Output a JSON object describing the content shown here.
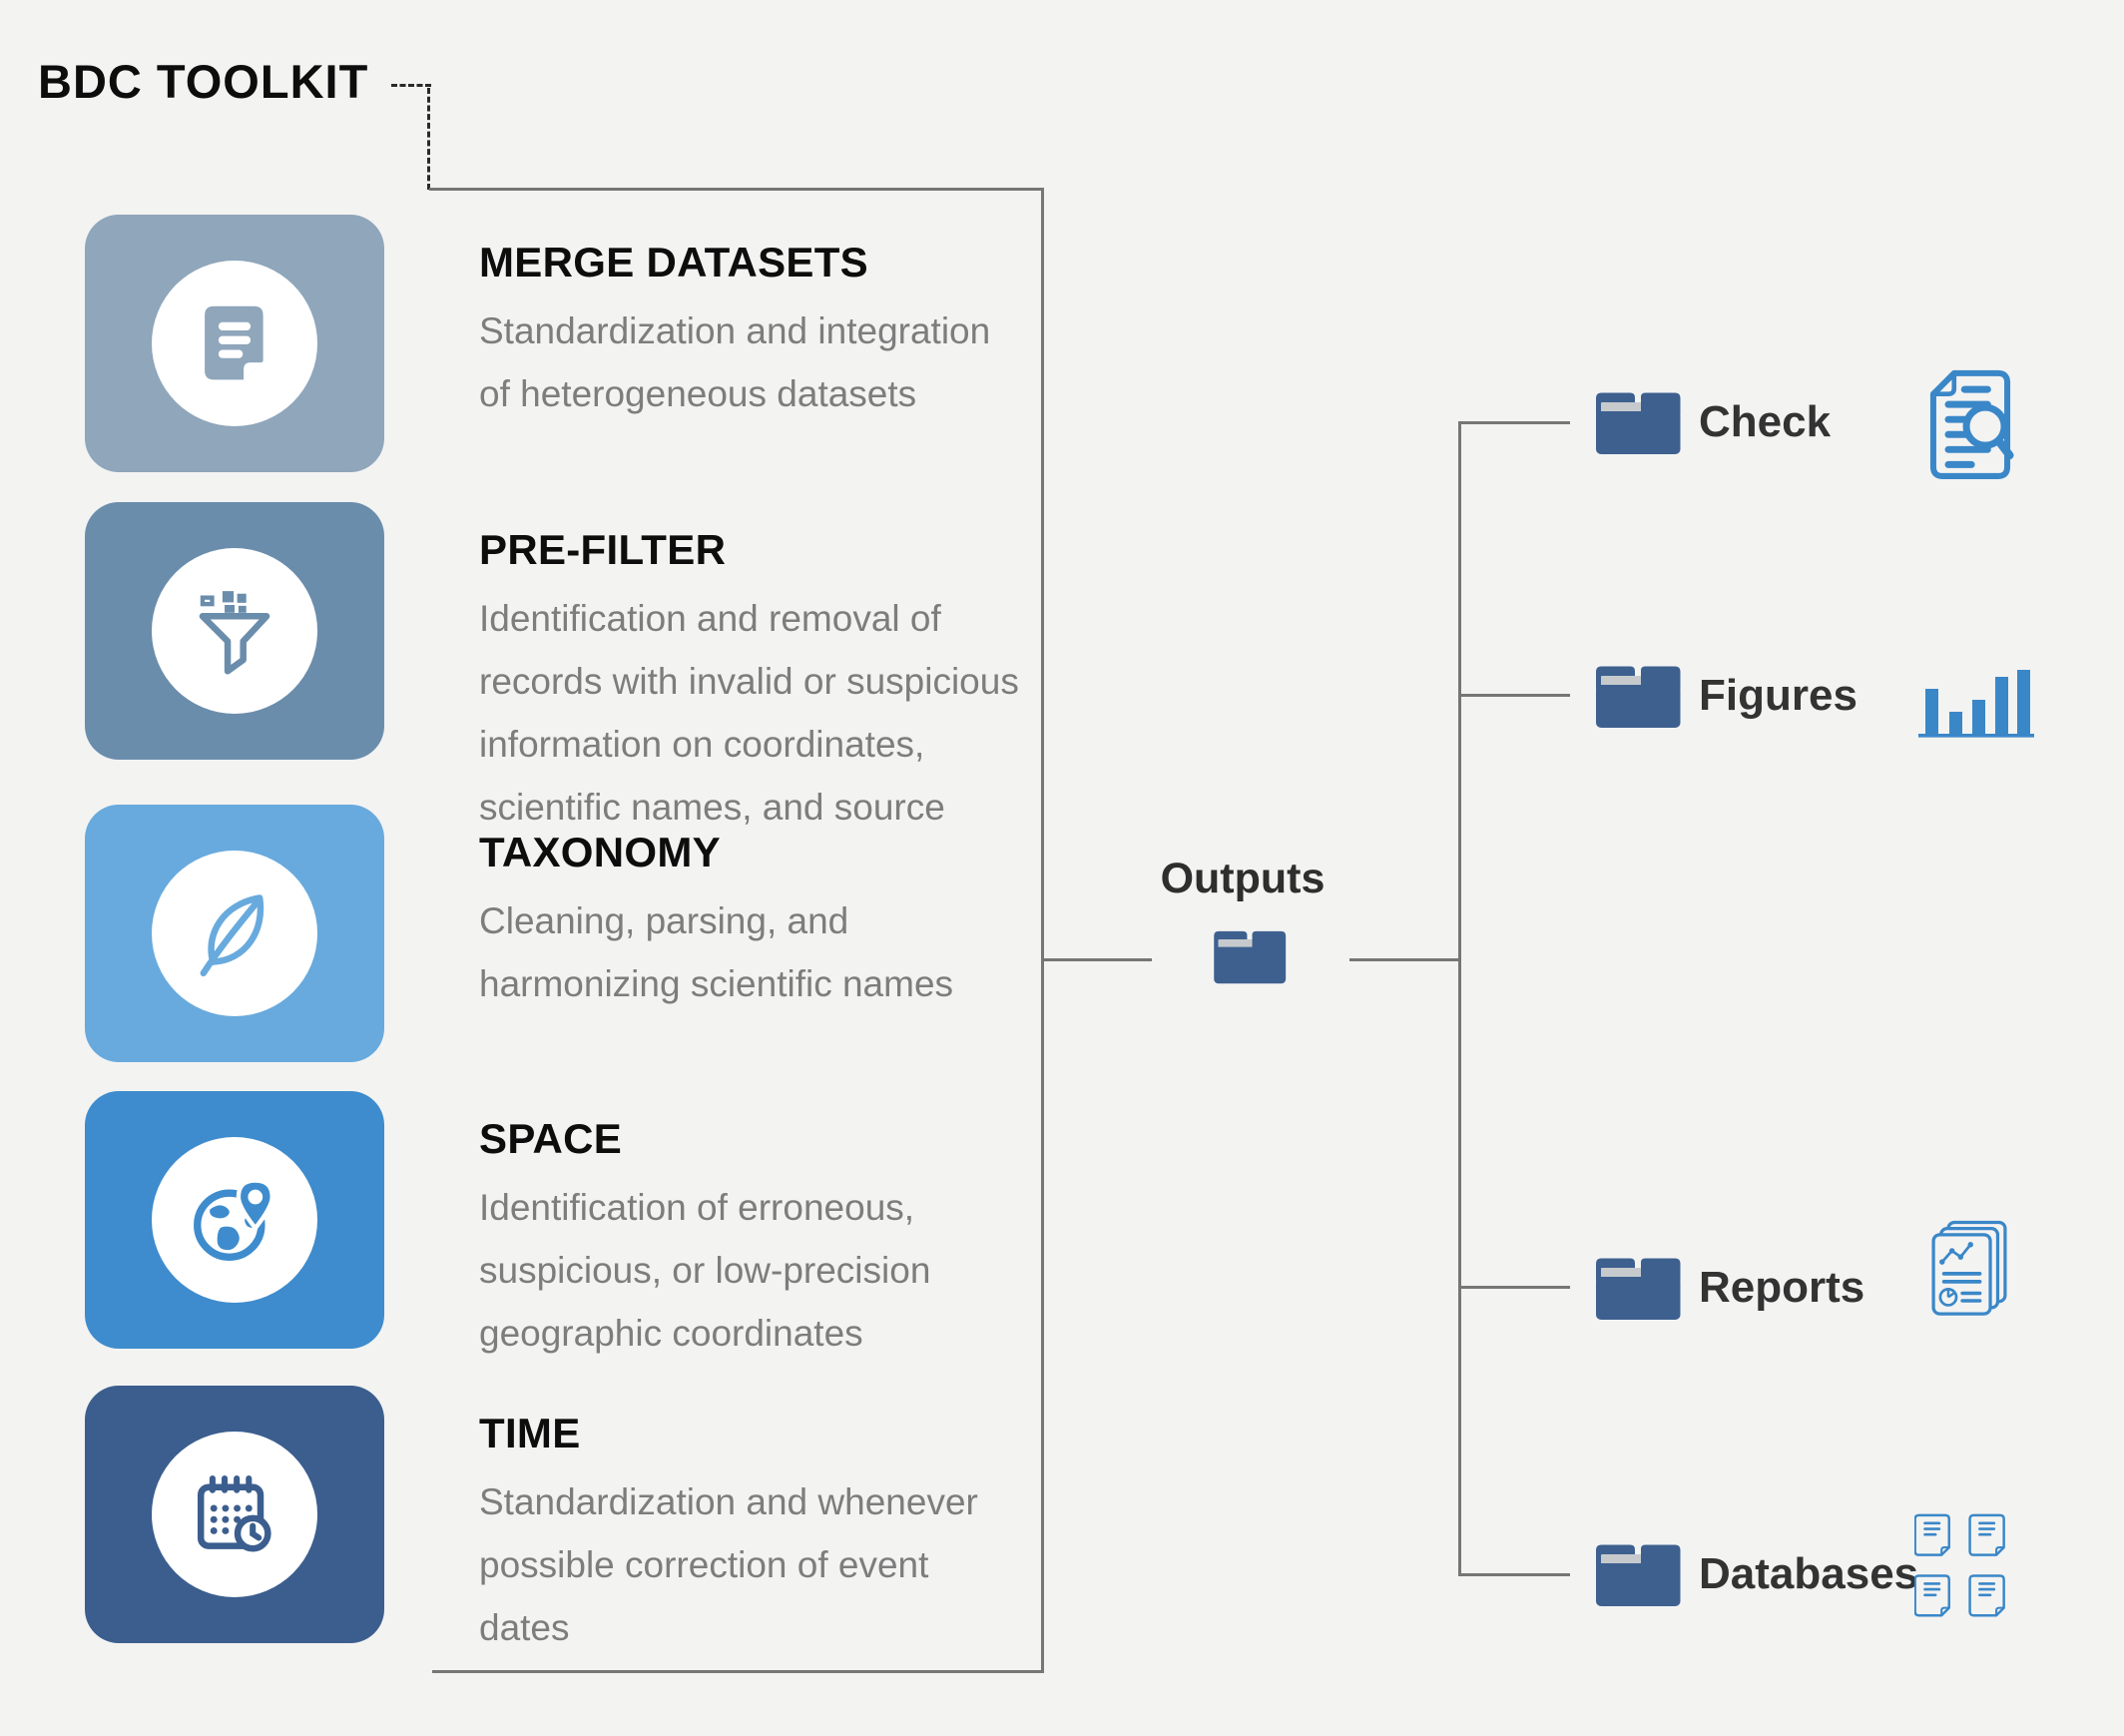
{
  "header": {
    "title": "BDC TOOLKIT"
  },
  "modules": [
    {
      "title": "MERGE DATASETS",
      "description": "Standardization and integration of heterogeneous datasets",
      "tile_color": "#8fa6bb",
      "icon": "document-icon"
    },
    {
      "title": "PRE-FILTER",
      "description": "Identification and removal of records with invalid or suspicious information on coordinates, scientific names, and source",
      "tile_color": "#6b8dac",
      "icon": "funnel-icon"
    },
    {
      "title": "TAXONOMY",
      "description": "Cleaning, parsing, and harmonizing scientific names",
      "tile_color": "#68aadd",
      "icon": "leaf-icon"
    },
    {
      "title": "SPACE",
      "description": "Identification of erroneous, suspicious, or low-precision geographic coordinates",
      "tile_color": "#3e8ccd",
      "icon": "globe-pin-icon"
    },
    {
      "title": "TIME",
      "description": "Standardization and whenever possible correction of event dates",
      "tile_color": "#3b5e8e",
      "icon": "calendar-clock-icon"
    }
  ],
  "outputs": {
    "label": "Outputs",
    "icon": "folder-icon"
  },
  "output_folders": [
    {
      "label": "Check",
      "icon": "document-magnifier-icon"
    },
    {
      "label": "Figures",
      "icon": "bar-chart-icon"
    },
    {
      "label": "Reports",
      "icon": "report-pages-icon"
    },
    {
      "label": "Databases",
      "icon": "documents-grid-icon"
    }
  ],
  "colors": {
    "bg": "#f3f3f2",
    "line": "#767676",
    "dash": "#2a2a2a",
    "text-dark": "#0d0d0d",
    "text-gray": "#7d7d7d",
    "label-dark": "#333333",
    "folder-blue": "#3d608f",
    "folder-paper": "#c7cacd",
    "icon-blue": "#3a87c8"
  }
}
